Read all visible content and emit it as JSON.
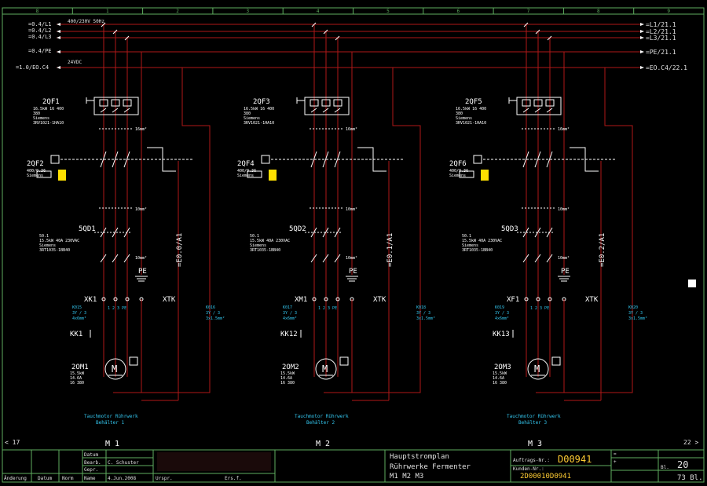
{
  "colors": {
    "background": "#000000",
    "wire": "#b01818",
    "device": "#ffffff",
    "label": "#ffffff",
    "cyan_text": "#33c6ee",
    "frame": "#5fae5f",
    "title_text": "#e0e0e0",
    "accent": "#ffe000"
  },
  "grid_top": [
    "8",
    "1",
    "2",
    "3",
    "4",
    "5",
    "6",
    "7",
    "8",
    "9"
  ],
  "supply": {
    "left": {
      "l1": "=0.4/L1",
      "l2": "=0.4/L2",
      "l3": "=0.4/L3",
      "pe": "=0.4/PE",
      "ctrl": "=1.0/EO.C4",
      "voltage": "400/230V 50Hz",
      "ctrl_voltage": "24VDC"
    },
    "right": {
      "l1": "=L1/21.1",
      "l2": "=L2/21.1",
      "l3": "=L3/21.1",
      "pe": "=PE/21.1",
      "ctrl": "=EO.C4/22.1"
    }
  },
  "circuits": [
    {
      "breaker_tag": "2QF1",
      "breaker_spec": [
        "16.5kW 16 400",
        "380",
        "Siemens",
        "3RV1021-1HA10"
      ],
      "relay_tag": "2QF2",
      "relay_spec": [
        "400/0.36",
        "Siemens"
      ],
      "switch_tag": "5QD1",
      "switch_spec": [
        "50.1",
        "15.5kW 40A 230VAC",
        "Siemens",
        "3RT1035-1BB40"
      ],
      "plc_label": "=E0.0/A1",
      "xk_tag": "XK1",
      "xtk_tag": "XTK",
      "kk_tag": "KK1",
      "cable_left": [
        "K015",
        "3Y / 3",
        "4x6mm²"
      ],
      "cable_right": [
        "K016",
        "3Y / 3",
        "3x1.5mm²"
      ],
      "motor_tag": "2OM1",
      "motor_spec": [
        "15.5kW",
        "14.6A",
        "16 380"
      ],
      "motor_label": "M 1",
      "caption": [
        "Tauchmotor Rührwerk",
        "Behälter 1"
      ],
      "xk_terminals": "1 2 3 PE",
      "cross_sec": [
        "16mm²",
        "10mm²",
        "10mm²"
      ]
    },
    {
      "breaker_tag": "2QF3",
      "breaker_spec": [
        "16.5kW 16 400",
        "380",
        "Siemens",
        "3RV1021-1HA10"
      ],
      "relay_tag": "2QF4",
      "relay_spec": [
        "400/0.36",
        "Siemens"
      ],
      "switch_tag": "5QD2",
      "switch_spec": [
        "50.1",
        "15.5kW 40A 230VAC",
        "Siemens",
        "3RT1035-1BB40"
      ],
      "plc_label": "=E0.1/A1",
      "xk_tag": "XM1",
      "xtk_tag": "XTK",
      "kk_tag": "KK12",
      "cable_left": [
        "K017",
        "3Y / 3",
        "4x6mm²"
      ],
      "cable_right": [
        "K018",
        "3Y / 3",
        "3x1.5mm²"
      ],
      "motor_tag": "2OM2",
      "motor_spec": [
        "15.5kW",
        "14.6A",
        "16 380"
      ],
      "motor_label": "M 2",
      "caption": [
        "Tauchmotor Rührwerk",
        "Behälter 2"
      ],
      "xk_terminals": "1 2 3 PE",
      "cross_sec": [
        "16mm²",
        "10mm²",
        "10mm²"
      ]
    },
    {
      "breaker_tag": "2QF5",
      "breaker_spec": [
        "16.5kW 16 400",
        "380",
        "Siemens",
        "3RV1021-1HA10"
      ],
      "relay_tag": "2QF6",
      "relay_spec": [
        "400/0.36",
        "Siemens"
      ],
      "switch_tag": "5QD3",
      "switch_spec": [
        "50.1",
        "15.5kW 40A 230VAC",
        "Siemens",
        "3RT1035-1BB40"
      ],
      "plc_label": "=E0.2/A1",
      "xk_tag": "XF1",
      "xtk_tag": "XTK",
      "kk_tag": "KK13",
      "cable_left": [
        "K019",
        "3Y / 3",
        "4x6mm²"
      ],
      "cable_right": [
        "K020",
        "3Y / 3",
        "3x1.5mm²"
      ],
      "motor_tag": "2OM3",
      "motor_spec": [
        "15.5kW",
        "14.6A",
        "16 380"
      ],
      "motor_label": "M 3",
      "caption": [
        "Tauchmotor Rührwerk",
        "Behälter 3"
      ],
      "xk_terminals": "1 2 3 PE",
      "cross_sec": [
        "16mm²",
        "10mm²",
        "10mm²"
      ]
    }
  ],
  "pe_label": "PE",
  "nav": {
    "prev": "< 17",
    "next": "22 >"
  },
  "titleblock": {
    "datum_label": "Datum",
    "bearb_label": "Bearb.",
    "bearb_value": "C. Schuster",
    "gepr_label": "Gepr.",
    "norm_label": "Norm",
    "aenderung": "Änderung",
    "datum2": "Datum",
    "name": "Name",
    "date_value": "4.Jun.2008",
    "urspr": "Urspr.",
    "ers": "Ers.f.",
    "title_lines": [
      "Hauptstromplan",
      "Rührwerke Fermenter",
      "M1 M2 M3"
    ],
    "auftrag_label": "Auftrags-Nr.:",
    "auftrag_value": "D00941",
    "kunden_label": "Kunden-Nr.:",
    "kunden_value": "2D00010D0941",
    "eq_label": "=",
    "loc_label": "+",
    "sheet": "20",
    "sheet_label": "Bl.",
    "total": "73 Bl."
  }
}
